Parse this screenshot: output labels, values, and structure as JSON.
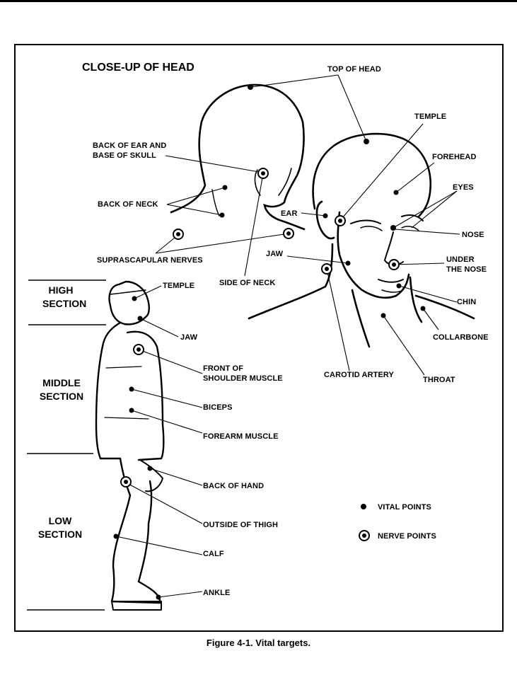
{
  "title": "CLOSE-UP OF HEAD",
  "caption": "Figure 4-1.  Vital targets.",
  "sections": {
    "high": [
      "HIGH",
      "SECTION"
    ],
    "middle": [
      "MIDDLE",
      "SECTION"
    ],
    "low": [
      "LOW",
      "SECTION"
    ]
  },
  "head_labels": {
    "top_of_head": "TOP OF HEAD",
    "temple": "TEMPLE",
    "back_of_ear": [
      "BACK OF EAR AND",
      "BASE OF SKULL"
    ],
    "forehead": "FOREHEAD",
    "eyes": "EYES",
    "back_of_neck": "BACK OF NECK",
    "ear": "EAR",
    "nose": "NOSE",
    "jaw": "JAW",
    "under_the_nose": [
      "UNDER",
      "THE NOSE"
    ],
    "suprascapular": "SUPRASCAPULAR NERVES",
    "side_of_neck": "SIDE OF NECK",
    "chin": "CHIN",
    "collarbone": "COLLARBONE",
    "carotid": "CAROTID ARTERY",
    "throat": "THROAT"
  },
  "body_labels": {
    "temple": "TEMPLE",
    "jaw": "JAW",
    "front_shoulder": [
      "FRONT OF",
      "SHOULDER MUSCLE"
    ],
    "biceps": "BICEPS",
    "forearm": "FOREARM MUSCLE",
    "back_of_hand": "BACK OF HAND",
    "outside_thigh": "OUTSIDE OF THIGH",
    "calf": "CALF",
    "ankle": "ANKLE"
  },
  "legend": {
    "vital": "VITAL POINTS",
    "nerve": "NERVE POINTS"
  }
}
